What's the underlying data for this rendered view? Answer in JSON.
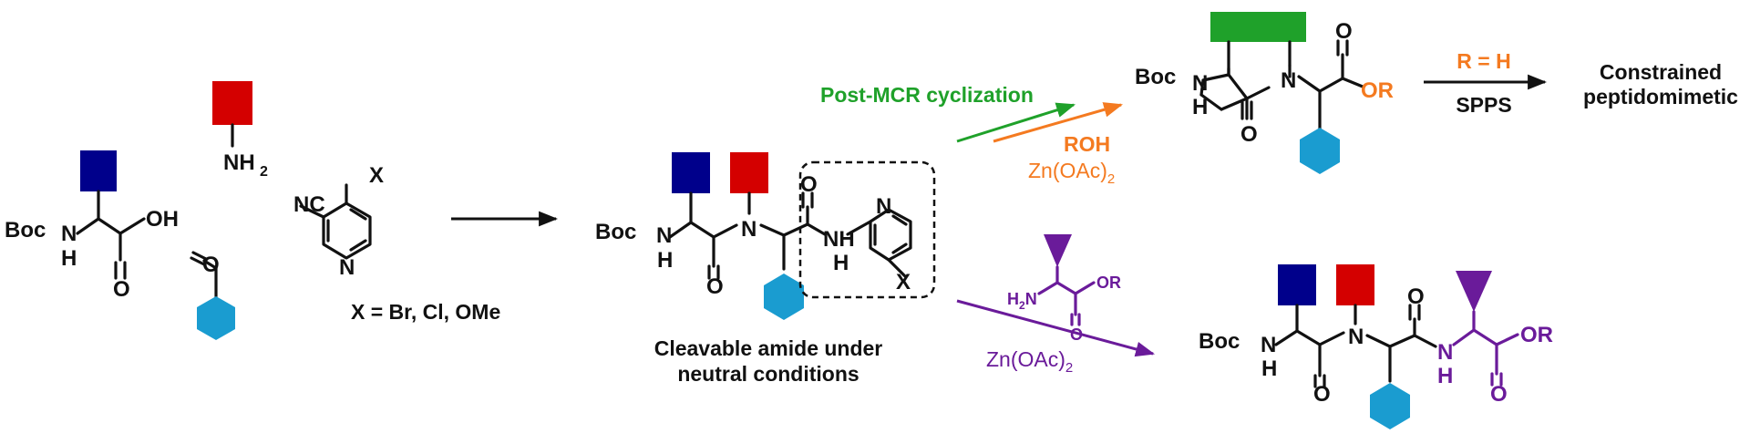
{
  "colors": {
    "black": "#111111",
    "blue": "#00008b",
    "red": "#d40000",
    "cyan": "#1a9cd0",
    "green": "#1fa12a",
    "orange": "#f47a20",
    "purple": "#6a1b9a"
  },
  "atoms": {
    "boc": "Boc",
    "n": "N",
    "h": "H",
    "nh": "NH",
    "o": "O",
    "oh": "OH",
    "nh2": "NH",
    "two": "2",
    "nc": "NC",
    "x": "X",
    "h2n": "H",
    "or": "OR"
  },
  "labels": {
    "halide_options": "X = Br, Cl, OMe",
    "cleavable_line1": "Cleavable amide under",
    "cleavable_line2": "neutral conditions",
    "post_mcr": "Post-MCR cyclization",
    "roh": "ROH",
    "zn_acetate": "Zn(OAc)",
    "r_equals_h": "R = H",
    "spps": "SPPS",
    "product_line1": "Constrained",
    "product_line2": "peptidomimetic"
  }
}
